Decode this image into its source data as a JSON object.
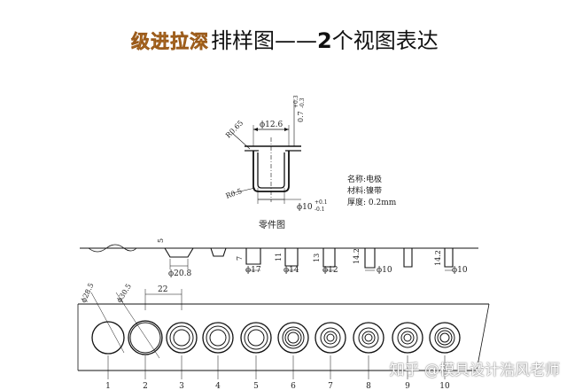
{
  "title": {
    "highlight": "级进拉深",
    "rest_a": "排样图——",
    "rest_bold": "2",
    "rest_b": "个视图表达"
  },
  "part": {
    "dims": {
      "outer_dia": "ϕ12.6",
      "flange_tol": "0.7",
      "flange_tol_up": "+0.3",
      "flange_tol_low": "-0.3",
      "r_top": "R0.65",
      "r_bottom": "R0.5",
      "inner_dia": "ϕ10",
      "inner_tol_up": "+0.1",
      "inner_tol_low": "-0.1"
    },
    "caption": "零件图",
    "info": [
      "名称:电极",
      "材料:镍带",
      "厚度: 0.2mm"
    ]
  },
  "strip": {
    "pitch": "22",
    "hole_dia_a": "ϕ28.5",
    "hole_dia_b": "ϕ30.5",
    "side_view": {
      "dim_5": "5",
      "dim_208": "ϕ20.8",
      "heights": [
        "7",
        "11",
        "13",
        "14.2",
        "14.2"
      ],
      "diameters": [
        "ϕ17",
        "ϕ14",
        "ϕ12",
        "ϕ10",
        "ϕ10"
      ]
    },
    "stations": [
      "1",
      "2",
      "3",
      "4",
      "5",
      "6",
      "7",
      "8",
      "9",
      "10"
    ]
  },
  "watermark": "知乎 @模具设计浩风老师"
}
